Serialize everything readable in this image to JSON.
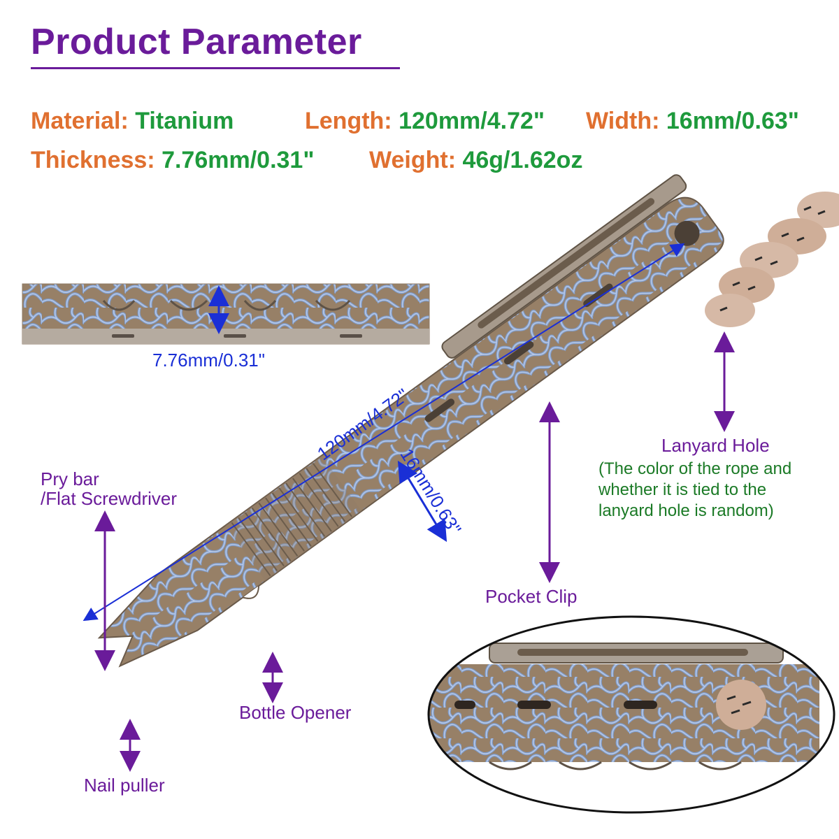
{
  "title": "Product Parameter",
  "specs": {
    "material_label": "Material:",
    "material_value": "Titanium",
    "length_label": "Length:",
    "length_value": "120mm/4.72\"",
    "width_label": "Width:",
    "width_value": "16mm/0.63\"",
    "thickness_label": "Thickness:",
    "thickness_value": "7.76mm/0.31\"",
    "weight_label": "Weight:",
    "weight_value": "46g/1.62oz"
  },
  "dimensions": {
    "thickness": "7.76mm/0.31\"",
    "length": "120mm/4.72\"",
    "width": "16mm/0.63\""
  },
  "callouts": {
    "pry_bar_line1": "Pry bar",
    "pry_bar_line2": "/Flat Screwdriver",
    "lanyard_hole": "Lanyard Hole",
    "lanyard_note_line1": "(The color of the rope and",
    "lanyard_note_line2": "whether it is tied to the",
    "lanyard_note_line3": "lanyard hole is random)",
    "pocket_clip": "Pocket Clip",
    "bottle_opener": "Bottle Opener",
    "nail_puller": "Nail puller"
  },
  "colors": {
    "title": "#6a1b9a",
    "spec_key": "#e07030",
    "spec_value": "#1e9a3c",
    "dimension": "#1a2fd6",
    "callout": "#6a1b9a",
    "note": "#1b7a26"
  }
}
